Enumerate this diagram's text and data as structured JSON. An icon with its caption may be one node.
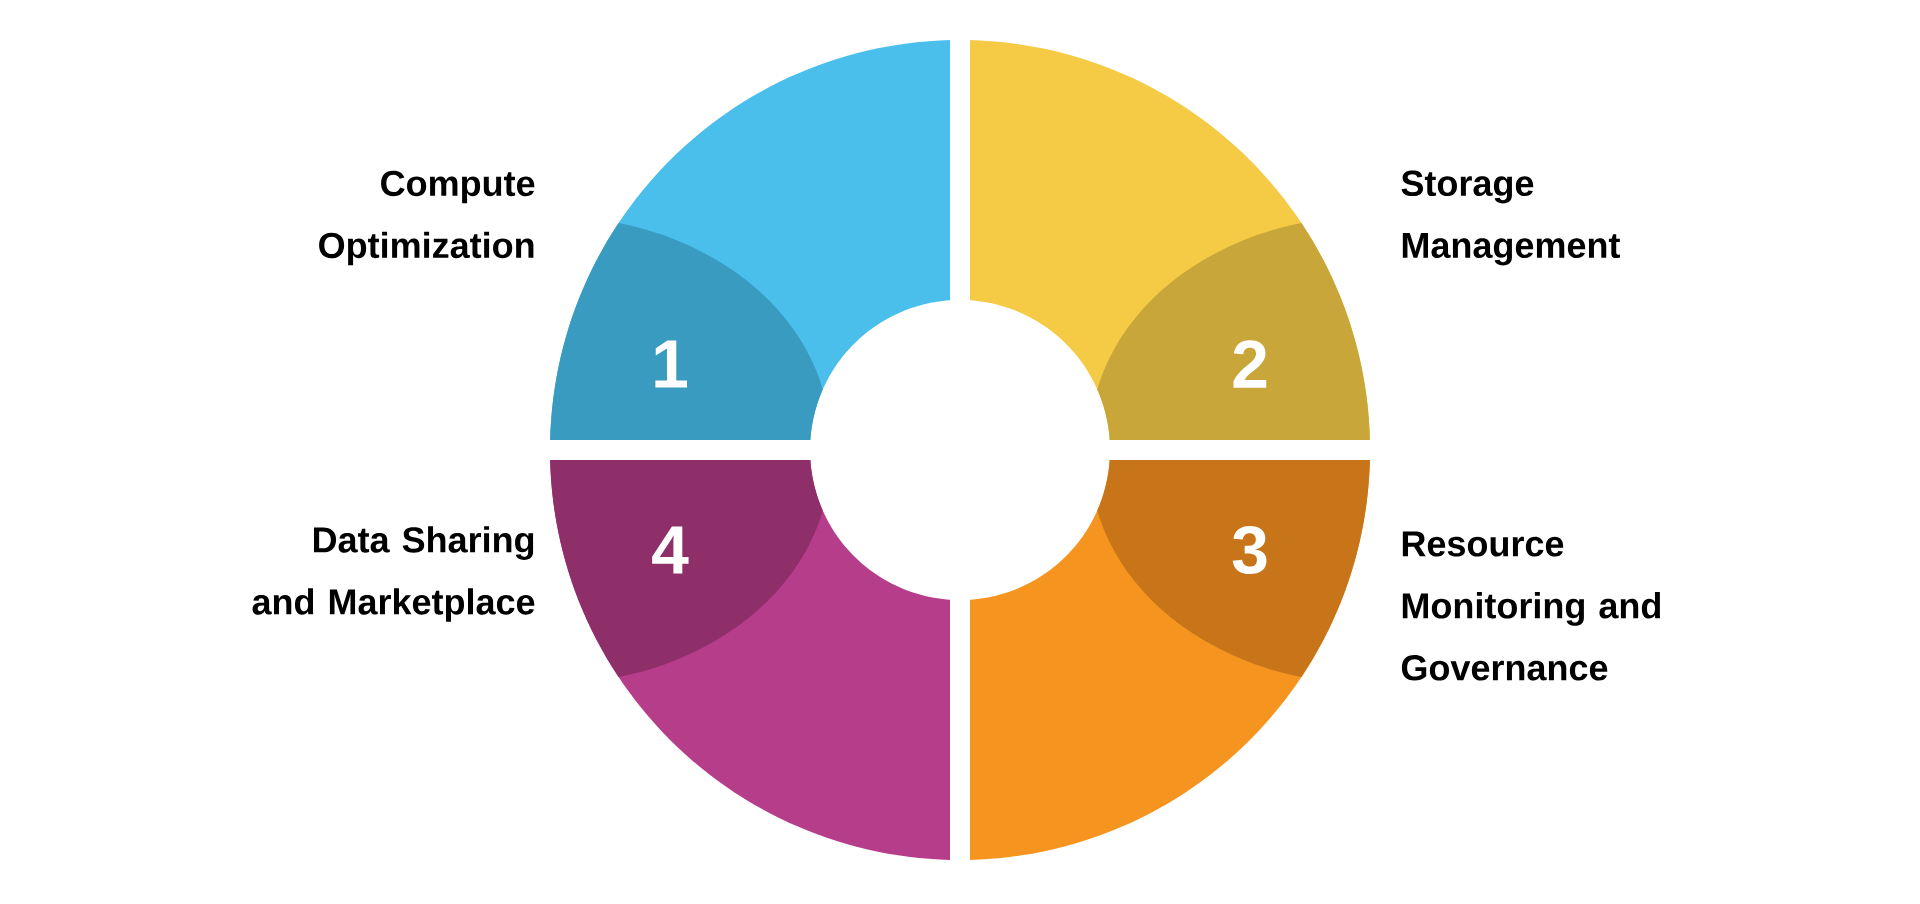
{
  "diagram": {
    "nodes": [
      {
        "text": [
          "1"
        ],
        "beside": [
          "Compute Optimization"
        ]
      },
      {
        "text": [
          "2"
        ],
        "beside": [
          "Storage Management"
        ]
      },
      {
        "text": [
          "3"
        ],
        "beside": [
          "Resource Monitoring and Governance"
        ]
      },
      {
        "text": [
          "4"
        ],
        "beside": [
          "Data Sharing and Marketplace"
        ]
      }
    ]
  }
}
